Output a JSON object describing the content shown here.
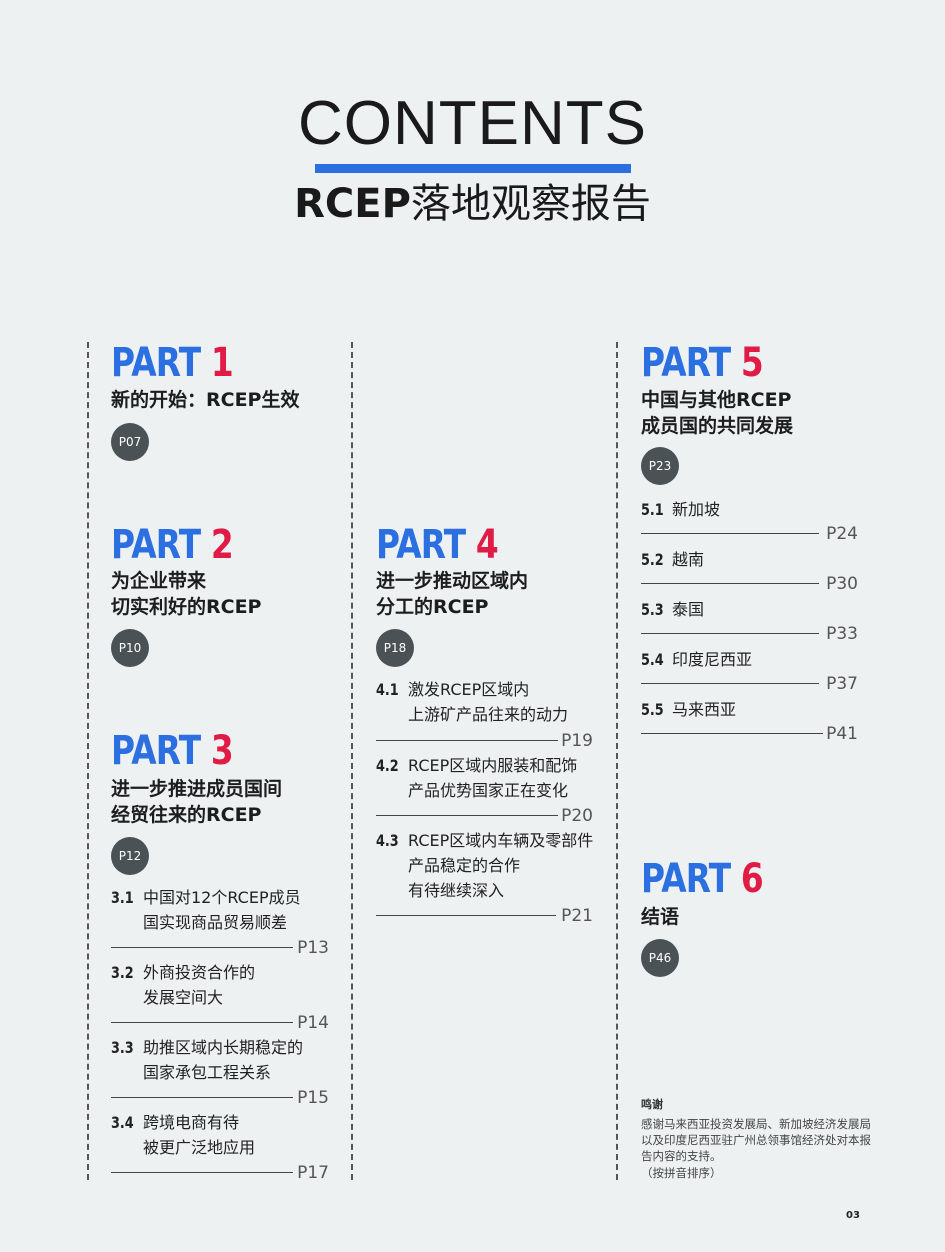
{
  "header": {
    "title": "CONTENTS",
    "subtitle_bold": "RCEP",
    "subtitle_rest": "落地观察报告"
  },
  "parts": [
    {
      "label": "PART",
      "number": "1",
      "title_lines": [
        "新的开始：RCEP生效"
      ],
      "page": "P07"
    },
    {
      "label": "PART",
      "number": "2",
      "title_lines": [
        "为企业带来",
        "切实利好的RCEP"
      ],
      "page": "P10"
    },
    {
      "label": "PART",
      "number": "3",
      "title_lines": [
        "进一步推进成员国间",
        "经贸往来的RCEP"
      ],
      "page": "P12",
      "sections": [
        {
          "num": "3.1",
          "lines": [
            "中国对12个RCEP成员",
            "国实现商品贸易顺差"
          ],
          "page": "P13"
        },
        {
          "num": "3.2",
          "lines": [
            "外商投资合作的",
            "发展空间大"
          ],
          "page": "P14"
        },
        {
          "num": "3.3",
          "lines": [
            "助推区域内长期稳定的",
            "国家承包工程关系"
          ],
          "page": "P15"
        },
        {
          "num": "3.4",
          "lines": [
            "跨境电商有待",
            "被更广泛地应用"
          ],
          "page": "P17"
        }
      ]
    },
    {
      "label": "PART",
      "number": "4",
      "title_lines": [
        "进一步推动区域内",
        "分工的RCEP"
      ],
      "page": "P18",
      "sections": [
        {
          "num": "4.1",
          "lines": [
            "激发RCEP区域内",
            "上游矿产品往来的动力"
          ],
          "page": "P19"
        },
        {
          "num": "4.2",
          "lines": [
            "RCEP区域内服装和配饰",
            "产品优势国家正在变化"
          ],
          "page": "P20"
        },
        {
          "num": "4.3",
          "lines": [
            "RCEP区域内车辆及零部件",
            "产品稳定的合作",
            "有待继续深入"
          ],
          "page": "P21"
        }
      ]
    },
    {
      "label": "PART",
      "number": "5",
      "title_lines": [
        "中国与其他RCEP",
        "成员国的共同发展"
      ],
      "page": "P23",
      "sections": [
        {
          "num": "5.1",
          "lines": [
            "新加坡"
          ],
          "page": "P24"
        },
        {
          "num": "5.2",
          "lines": [
            "越南"
          ],
          "page": "P30"
        },
        {
          "num": "5.3",
          "lines": [
            "泰国"
          ],
          "page": "P33"
        },
        {
          "num": "5.4",
          "lines": [
            "印度尼西亚"
          ],
          "page": "P37"
        },
        {
          "num": "5.5",
          "lines": [
            "马来西亚"
          ],
          "page": "P41"
        }
      ]
    },
    {
      "label": "PART",
      "number": "6",
      "title_lines": [
        "结语"
      ],
      "page": "P46"
    }
  ],
  "acknowledgement": {
    "heading": "鸣谢",
    "body": "感谢马来西亚投资发展局、新加坡经济发展局以及印度尼西亚驻广州总领事馆经济处对本报告内容的支持。",
    "note": "（按拼音排序）"
  },
  "page_number": "03",
  "colors": {
    "accent_blue": "#2b6fe0",
    "accent_red": "#e01b45",
    "badge": "#4b5255",
    "background": "#edf1f2"
  }
}
